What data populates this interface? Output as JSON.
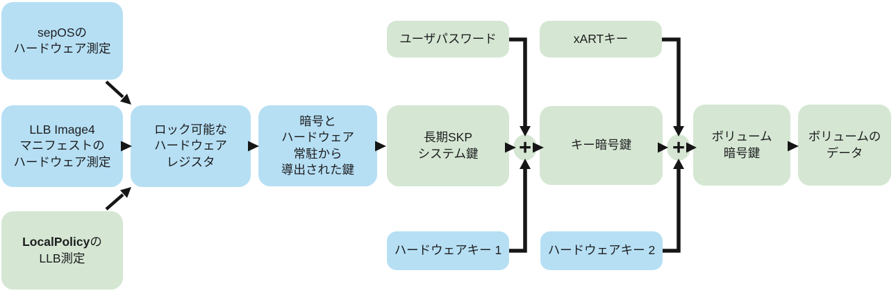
{
  "diagram": {
    "title": "Sealed Key Protection key derivation flow",
    "colors": {
      "background": "#ffffff",
      "blue_node": "#b6dff4",
      "green_node": "#d5e7d3",
      "arrow": "#161616",
      "text": "#1d1d1f"
    },
    "nodes": {
      "sepos_measurement": {
        "lines": [
          "sepOSの",
          "ハードウェア測定"
        ],
        "color": "blue"
      },
      "llb_image4_measurement": {
        "lines": [
          "LLB Image4",
          "マニフェストの",
          "ハードウェア測定"
        ],
        "color": "blue"
      },
      "localpolicy_measurement": {
        "line1_bold": "LocalPolicy",
        "line1_suffix": "の",
        "line2": "LLB測定",
        "color": "green"
      },
      "lockable_register": {
        "lines": [
          "ロック可能な",
          "ハードウェア",
          "レジスタ"
        ],
        "color": "blue"
      },
      "cipher_hw_derived_key": {
        "lines": [
          "暗号と",
          "ハードウェア",
          "常駐から",
          "導出された鍵"
        ],
        "color": "blue"
      },
      "long_term_skp_key": {
        "lines": [
          "長期SKP",
          "システム鍵"
        ],
        "color": "green"
      },
      "user_password": {
        "lines": [
          "ユーザパスワード"
        ],
        "color": "green"
      },
      "xart_key": {
        "lines": [
          "xARTキー"
        ],
        "color": "green"
      },
      "key_encryption_key": {
        "lines": [
          "キー暗号鍵"
        ],
        "color": "green"
      },
      "volume_encryption_key": {
        "lines": [
          "ボリューム",
          "暗号鍵"
        ],
        "color": "green"
      },
      "volume_data": {
        "lines": [
          "ボリュームの",
          "データ"
        ],
        "color": "green"
      },
      "hardware_key_1": {
        "lines": [
          "ハードウェアキー 1"
        ],
        "color": "blue"
      },
      "hardware_key_2": {
        "lines": [
          "ハードウェアキー 2"
        ],
        "color": "blue"
      }
    },
    "combiners": [
      {
        "symbol": "+"
      },
      {
        "symbol": "+"
      }
    ]
  }
}
